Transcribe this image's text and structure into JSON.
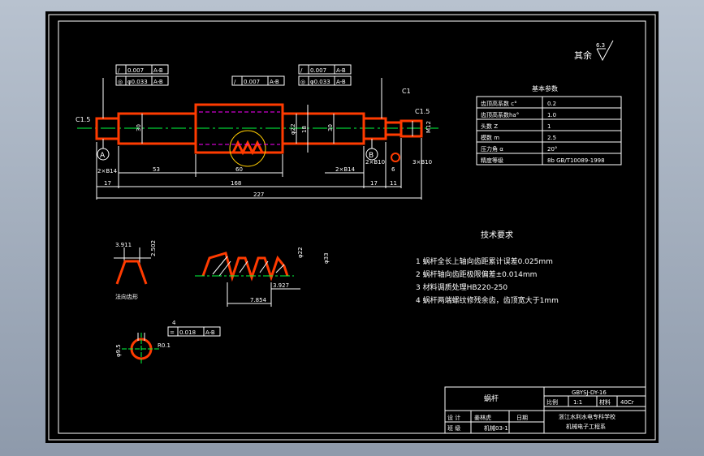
{
  "drawing": {
    "roughness_label": "其余",
    "roughness_value": "6.3",
    "params_table": {
      "title": "基本参数",
      "rows": [
        [
          "齿顶高系数 c°",
          "0.2"
        ],
        [
          "齿顶高系数ha°",
          "1.0"
        ],
        [
          "头数 Z",
          "1"
        ],
        [
          "模数 m",
          "2.5"
        ],
        [
          "压力角 α",
          "20°"
        ],
        [
          "精度等级",
          "8b GB/T10089-1998"
        ]
      ]
    },
    "tech_req": {
      "title": "技术要求",
      "items": [
        "1 蜗杆全长上轴向齿距累计误差0.025mm",
        "2 蜗杆轴向齿距极限偏差±0.014mm",
        "3 材料调质处理HB220-250",
        "4 蜗杆两端螺纹修残余齿，齿顶宽大于1mm"
      ]
    },
    "tolerance_frames": {
      "left_top": [
        "/",
        "0.007",
        "A-B"
      ],
      "left_bottom": [
        "◎",
        "φ0.033",
        "A-B"
      ],
      "middle": [
        "/",
        "0.007",
        "A-B"
      ],
      "right_top": [
        "/",
        "0.007",
        "A-B"
      ],
      "right_bottom": [
        "◎",
        "φ0.033",
        "A-B"
      ],
      "key": [
        "=",
        "0.018",
        "A-B"
      ]
    },
    "dimensions": {
      "c15_left": "C1.5",
      "c15_right": "C1.5",
      "c1": "C1",
      "d30_left": "30",
      "d30_right": "30",
      "d22": "φ22",
      "d18": "18",
      "m12": "M12",
      "len_2b14_left": "2×B14",
      "len_53": "53",
      "len_60": "60",
      "len_2b14_right": "2×B14",
      "len_2b10": "2×B10",
      "len_3b10": "3×B10",
      "len_6": "6",
      "len_17_left": "17",
      "len_168": "168",
      "len_17_right": "17",
      "len_11": "11",
      "len_227": "227",
      "datum_a": "A",
      "datum_b": "B",
      "tooth_width": "3.911",
      "tooth_height": "2.502",
      "tooth_label": "法向齿形",
      "d_thread_22": "φ22",
      "d_thread_33": "φ33",
      "pitch_7854": "7.854",
      "pitch_3927": "3.927",
      "key_dim": "4",
      "r01": "R0.1",
      "d_key": "φ9.5"
    },
    "title_block": {
      "name": "蜗杆",
      "drawing_no": "GBYSJ-DY-16",
      "scale_label": "比例",
      "scale_value": "1:1",
      "material_label": "材料",
      "material_value": "40Cr",
      "design_label": "设 计",
      "designer": "姜林虎",
      "date": "日期",
      "check_label": "班 级",
      "class_value": "机械03-1",
      "school_line1": "浙江水利水电专科学校",
      "school_line2": "机械电子工程系"
    }
  }
}
